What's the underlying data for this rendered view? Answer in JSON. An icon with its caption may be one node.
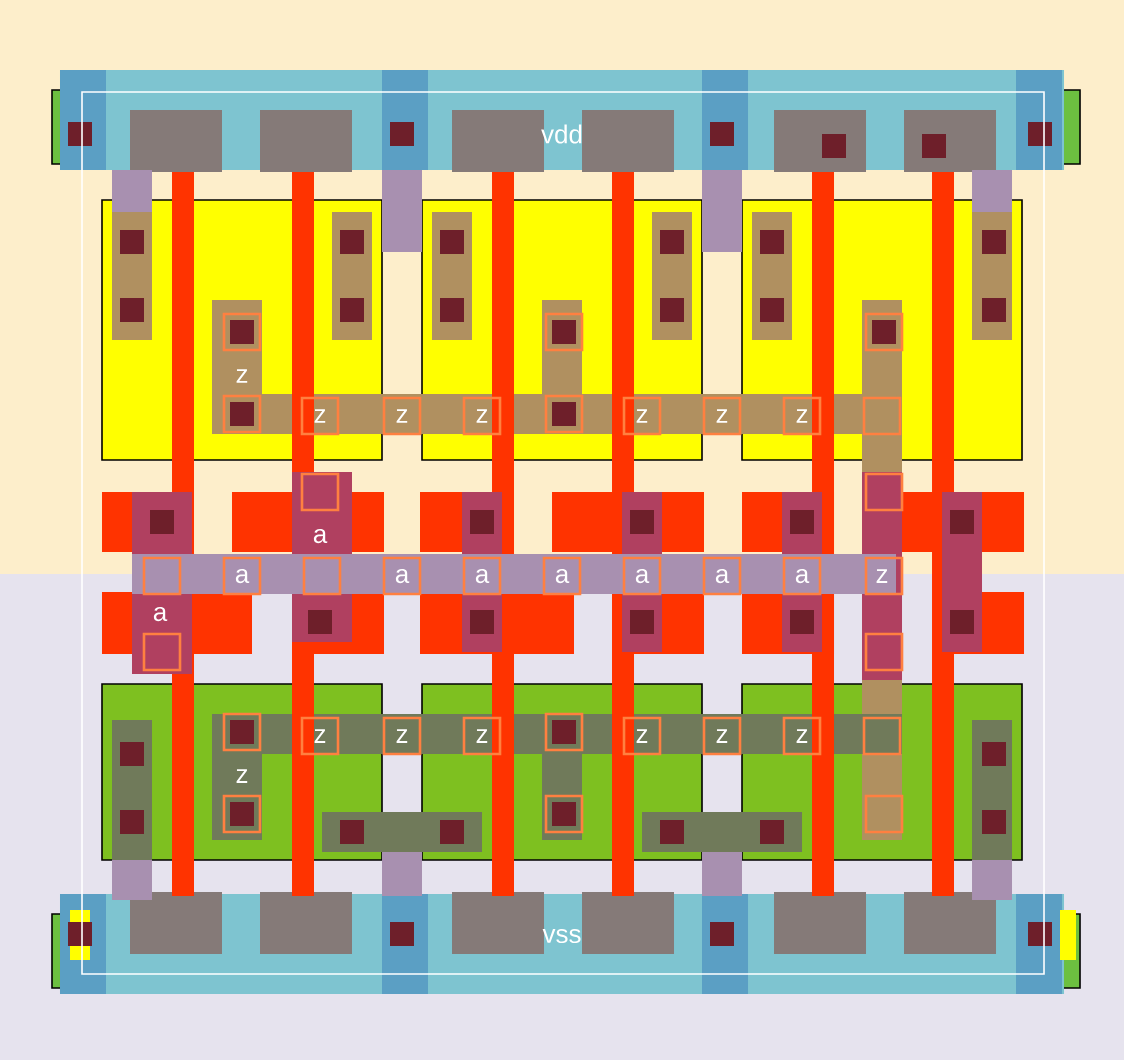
{
  "diagram": {
    "labels": [
      "vdd",
      "z",
      "z",
      "z",
      "z",
      "z",
      "z",
      "z",
      "a",
      "a",
      "a",
      "a",
      "a",
      "a",
      "a",
      "a",
      "z",
      "a",
      "z",
      "z",
      "z",
      "z",
      "z",
      "z",
      "z",
      "vss"
    ]
  }
}
